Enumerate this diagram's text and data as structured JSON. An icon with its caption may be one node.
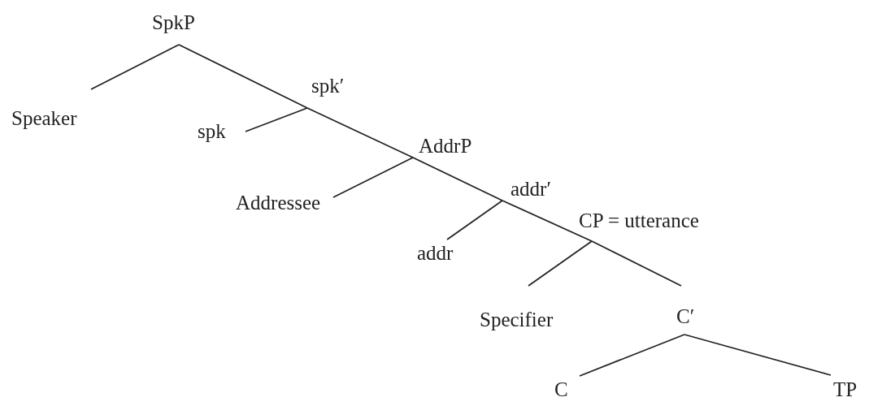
{
  "diagram": {
    "nodes": [
      {
        "text": [
          "SpkP"
        ]
      },
      {
        "text": [
          "Speaker"
        ]
      },
      {
        "text": [
          "spk′"
        ]
      },
      {
        "text": [
          "spk"
        ]
      },
      {
        "text": [
          "AddrP"
        ]
      },
      {
        "text": [
          "Addressee"
        ]
      },
      {
        "text": [
          "addr′"
        ]
      },
      {
        "text": [
          "addr"
        ]
      },
      {
        "text": [
          "CP = utterance"
        ]
      },
      {
        "text": [
          "Specifier"
        ]
      },
      {
        "text": [
          "C′"
        ]
      },
      {
        "text": [
          "C"
        ]
      },
      {
        "text": [
          "TP"
        ]
      }
    ],
    "edges": [
      {
        "from": 0,
        "to": 1,
        "arrow": "none"
      },
      {
        "from": 0,
        "to": 2,
        "arrow": "none"
      },
      {
        "from": 2,
        "to": 3,
        "arrow": "none"
      },
      {
        "from": 2,
        "to": 4,
        "arrow": "none"
      },
      {
        "from": 4,
        "to": 5,
        "arrow": "none"
      },
      {
        "from": 4,
        "to": 6,
        "arrow": "none"
      },
      {
        "from": 6,
        "to": 7,
        "arrow": "none"
      },
      {
        "from": 6,
        "to": 8,
        "arrow": "none"
      },
      {
        "from": 8,
        "to": 9,
        "arrow": "none"
      },
      {
        "from": 8,
        "to": 10,
        "arrow": "none"
      },
      {
        "from": 10,
        "to": 11,
        "arrow": "none"
      },
      {
        "from": 10,
        "to": 12,
        "arrow": "none"
      }
    ]
  }
}
